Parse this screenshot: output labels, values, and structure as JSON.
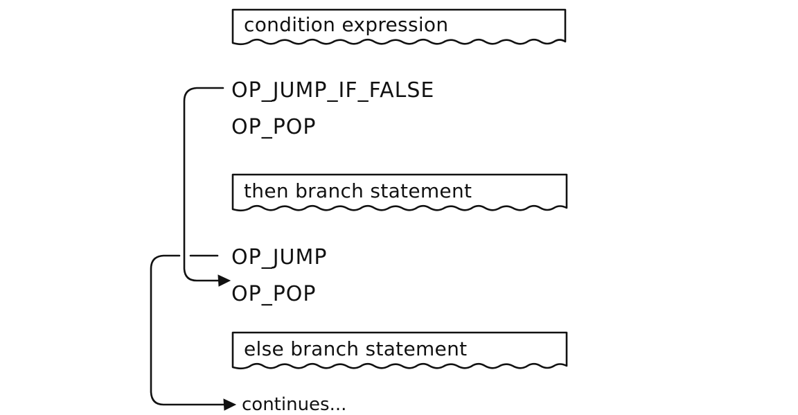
{
  "boxes": {
    "condition": "condition expression",
    "then_branch": "then branch statement",
    "else_branch": "else branch  statement"
  },
  "ops": {
    "jump_if_false": "OP_JUMP_IF_FALSE",
    "pop_1": "OP_POP",
    "jump": "OP_JUMP",
    "pop_2": "OP_POP"
  },
  "continues": "continues...",
  "colors": {
    "ink": "#111111",
    "background": "#ffffff"
  }
}
